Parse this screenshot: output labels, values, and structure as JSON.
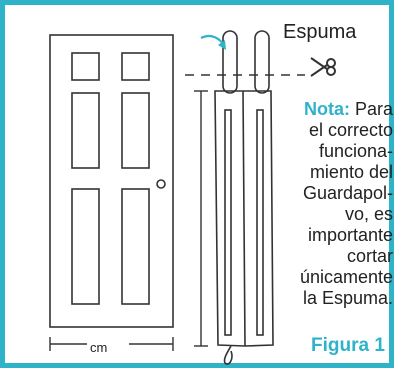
{
  "labels": {
    "foam": "Espuma",
    "width_unit": "cm",
    "figure": "Figura 1"
  },
  "note": {
    "title": "Nota:",
    "lines": [
      " Para",
      "el correcto",
      "funciona-",
      "miento del",
      "Guardapol-",
      "vo, es",
      "importante",
      "cortar",
      "únicamente",
      "la Espuma."
    ]
  },
  "colors": {
    "accent": "#2fb3c9",
    "line": "#333333"
  },
  "icons": {
    "cut": "scissors-icon",
    "direction": "curved-arrow-icon"
  }
}
